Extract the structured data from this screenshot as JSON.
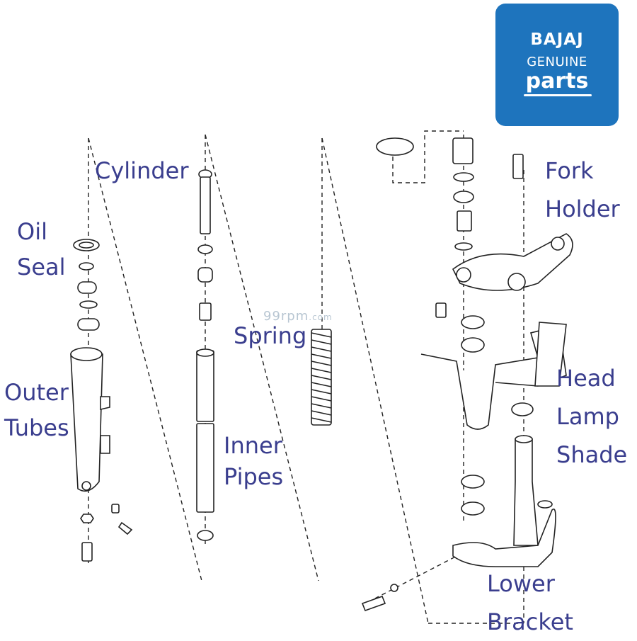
{
  "logo": {
    "brand": "BAJAJ",
    "line2": "GENUINE",
    "line3": "parts"
  },
  "watermark": {
    "main": "99rpm",
    "suffix": ".com"
  },
  "labels": {
    "cylinder": "Cylinder",
    "oil_1": "Oil",
    "oil_2": "Seal",
    "outer_1": "Outer",
    "outer_2": "Tubes",
    "inner_1": "Inner",
    "inner_2": "Pipes",
    "spring": "Spring",
    "fork_1": "Fork",
    "fork_2": "Holder",
    "head_1": "Head",
    "head_2": "Lamp",
    "head_3": "Shade",
    "lower_1": "Lower",
    "lower_2": "Bracket"
  },
  "colors": {
    "label": "#3a3e8e",
    "logo_bg": "#1e74bd",
    "line": "#222222"
  }
}
